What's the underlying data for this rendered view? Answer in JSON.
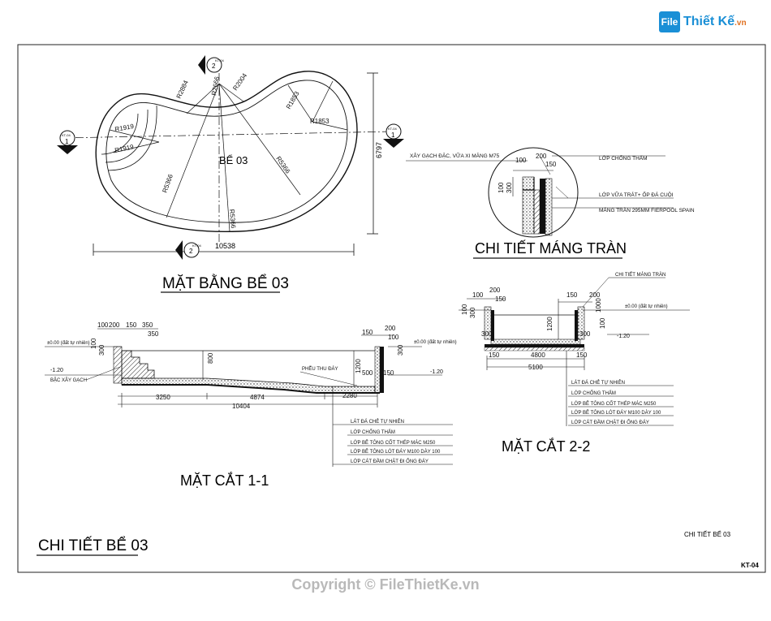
{
  "logo": {
    "mark": "File",
    "name": "Thiết Kế",
    "domain": ".vn"
  },
  "copyright": "Copyright © FileThietKe.vn",
  "titles": {
    "plan": "MẶT BẰNG BỂ 03",
    "detail_overflow": "CHI TIẾT MÁNG TRÀN",
    "section_1": "MẶT CẮT 1-1",
    "section_2": "MẶT CẮT 2-2",
    "sheet": "CHI TIẾT BỂ 03"
  },
  "title_block": {
    "label": "CHI TIẾT BỂ 03",
    "code": "KT-04"
  },
  "plan": {
    "pool_label": "BỂ 03",
    "radii": [
      "R2884",
      "R2666",
      "R2004",
      "R1853",
      "R1853",
      "R1919",
      "R1919",
      "R5366",
      "R5366",
      "R5366"
    ],
    "dim_width": "10538",
    "dim_height": "6797",
    "markers": {
      "m1_num": "1",
      "m1_ref": "KT-04",
      "m2_num": "2",
      "m2_ref": "KT-04"
    }
  },
  "detail": {
    "dims": [
      "100",
      "200",
      "150",
      "100",
      "300"
    ],
    "notes": [
      "XÂY GẠCH ĐẶC, VỮA XI MĂNG M75",
      "LỚP CHỐNG THẤM",
      "LỚP VỮA TRÁT+ ỐP ĐÁ CUỘI",
      "MÁNG TRÀN 295MM FIERPOOL SPAIN"
    ]
  },
  "section1": {
    "top_dims": [
      "100",
      "200",
      "150",
      "350",
      "350"
    ],
    "level_zero": "±0.00 (đất tự nhiên)",
    "level_low": "-1.20",
    "step_label": "BẬC XÂY GẠCH",
    "drain_label": "PHỄU THU ĐÁY",
    "depths": [
      "800",
      "1200"
    ],
    "bottom_dims": [
      "3250",
      "4874",
      "2280"
    ],
    "total": "10404",
    "right_dims": [
      "150",
      "200",
      "100",
      "300",
      "150",
      "500"
    ],
    "left_dims": [
      "300",
      "100"
    ]
  },
  "section2": {
    "top_dims": [
      "100",
      "200",
      "150",
      "150",
      "200"
    ],
    "tag": "CHI TIẾT MÁNG TRÀN",
    "level_zero": "±0.00 (đất tự nhiên)",
    "level_low": "-1.20",
    "side_dims": [
      "100",
      "300",
      "1000",
      "100"
    ],
    "depth": "1200",
    "bottom_dims": [
      "150",
      "4800",
      "150"
    ],
    "total": "5100",
    "base_dims": [
      "300",
      "300"
    ]
  },
  "layers": [
    "LÁT ĐÁ CHẺ TỰ NHIÊN",
    "LỚP CHỐNG THẤM",
    "LỚP BÊ TÔNG CỐT THÉP MÁC M250",
    "LỚP BÊ TÔNG LÓT ĐÁY  M100 DÀY 100",
    "LỚP CÁT ĐẦM CHẶT ĐI ỐNG ĐÁY"
  ],
  "colors": {
    "ink": "#111111",
    "logo": "#1a8fd6",
    "accent": "#e07020",
    "watermark": "#b9b9b9"
  }
}
